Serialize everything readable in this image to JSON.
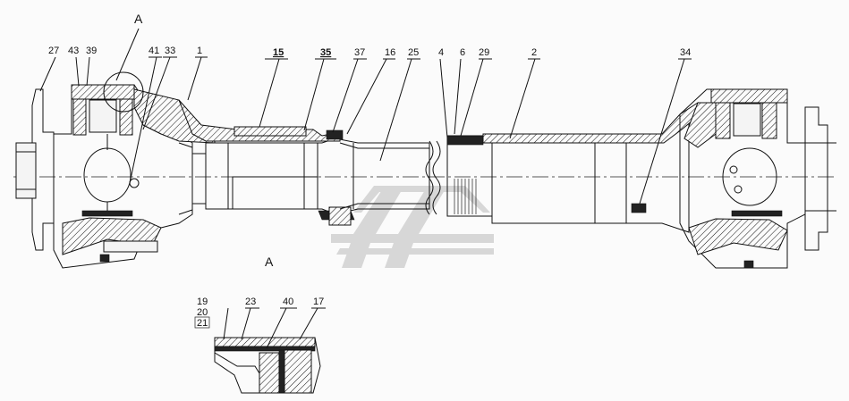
{
  "callouts": {
    "c27": "27",
    "c43": "43",
    "c39": "39",
    "c41": "41",
    "c33": "33",
    "c1": "1",
    "c15": "15",
    "c35": "35",
    "c37": "37",
    "c16": "16",
    "c25": "25",
    "c4": "4",
    "c6": "6",
    "c29": "29",
    "c2": "2",
    "c34": "34"
  },
  "view_marks": {
    "section_a_top": "A",
    "section_a_view": "A"
  },
  "detail_callouts": {
    "c19": "19",
    "c20": "20",
    "c21": "21",
    "c23": "23",
    "c40": "40",
    "c17": "17"
  }
}
